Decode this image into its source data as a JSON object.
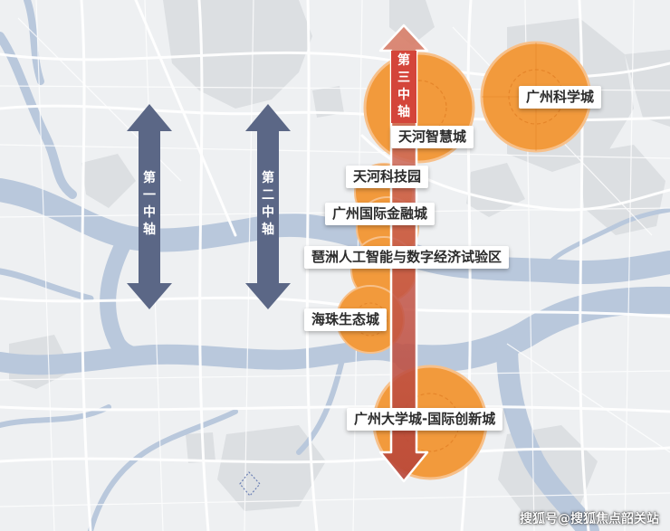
{
  "axes": {
    "first": "第一中轴",
    "second": "第二中轴",
    "third": "第三中轴"
  },
  "labels": {
    "tianhe_smart_city": "天河智慧城",
    "guangzhou_science_city": "广州科学城",
    "tianhe_tech_park": "天河科技园",
    "guangzhou_ifc": "广州国际金融城",
    "pazhou_zone": "琶洲人工智能与数字经济试验区",
    "haizhu_eco_city": "海珠生态城",
    "university_city": "广州大学城-国际创新城"
  },
  "watermark": "搜狐号@搜狐焦点韶关站",
  "colors": {
    "background": "#eef0f2",
    "river": "#b9c8dc",
    "road": "#ffffff",
    "green": "#dfe3e5",
    "axis_dark": "#5b6786",
    "axis_third": "#c8614c",
    "orange": "#f29a3c",
    "orange_light": "#f5b06c"
  }
}
